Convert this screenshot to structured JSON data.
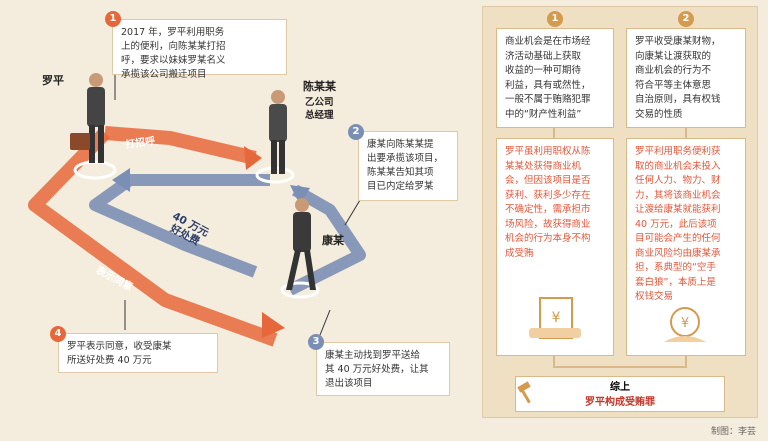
{
  "left": {
    "people": {
      "luoping": "罗平",
      "chenmou": "陈某某",
      "chenmou_title_1": "乙公司",
      "chenmou_title_2": "总经理",
      "kangmou": "康某"
    },
    "arrow_labels": {
      "dazhaohu": "打招呼",
      "biaoshi_tongyi": "表示同意",
      "haochufei_1": "40 万元",
      "haochufei_2": "好处费"
    },
    "steps": [
      {
        "num": "1",
        "lines": [
          "2017 年，罗平利用职务",
          "上的便利，向陈某某打招",
          "呼，要求以妹妹罗某名义",
          "承揽该公司搬迁项目"
        ]
      },
      {
        "num": "2",
        "lines": [
          "康某向陈某某提",
          "出要承揽该项目，",
          "陈某某告知其项",
          "目已内定给罗某"
        ]
      },
      {
        "num": "3",
        "lines": [
          "康某主动找到罗平送给",
          "其 40 万元好处费，让其",
          "退出该项目"
        ]
      },
      {
        "num": "4",
        "lines": [
          "罗平表示同意，收受康某",
          "所送好处费 40 万元"
        ]
      }
    ]
  },
  "right": {
    "columns": [
      {
        "num": "1",
        "top_lines": [
          "商业机会是在市场经",
          "济活动基础上获取",
          "收益的一种可期待",
          "利益，具有或然性，",
          "一般不属于贿赂犯罪",
          "中的“财产性利益”"
        ],
        "bottom_lines": [
          "罗平虽利用职权从陈",
          "某某处获得商业机",
          "会，但因该项目是否",
          "获利、获利多少存在",
          "不确定性，需承担市",
          "场风险，故获得商业",
          "机会的行为本身不构",
          "成受贿"
        ],
        "icon": "money-document-icon"
      },
      {
        "num": "2",
        "top_lines": [
          "罗平收受康某财物，",
          "向康某让渡获取的",
          "商业机会的行为不",
          "符合平等主体意思",
          "自治原则，具有权钱",
          "交易的性质"
        ],
        "bottom_lines": [
          "罗平利用职务便利获",
          "取的商业机会未投入",
          "任何人力、物力、财",
          "力，其将该商业机会",
          "让渡给康某就能获利",
          "40 万元，此后该项",
          "目可能会产生的任何",
          "商业风险均由康某承",
          "担，系典型的“空手",
          "套白狼”，本质上是",
          "权钱交易"
        ],
        "icon": "money-bag-hand-icon"
      }
    ],
    "summary": {
      "line1": "综上",
      "line2": "罗平构成受贿罪"
    }
  },
  "credit": "制图：李芸",
  "colors": {
    "orange": "#e6683a",
    "blue_path": "#7b8fb5",
    "tan": "#d49a4e",
    "bg": "#f4ecdc"
  }
}
